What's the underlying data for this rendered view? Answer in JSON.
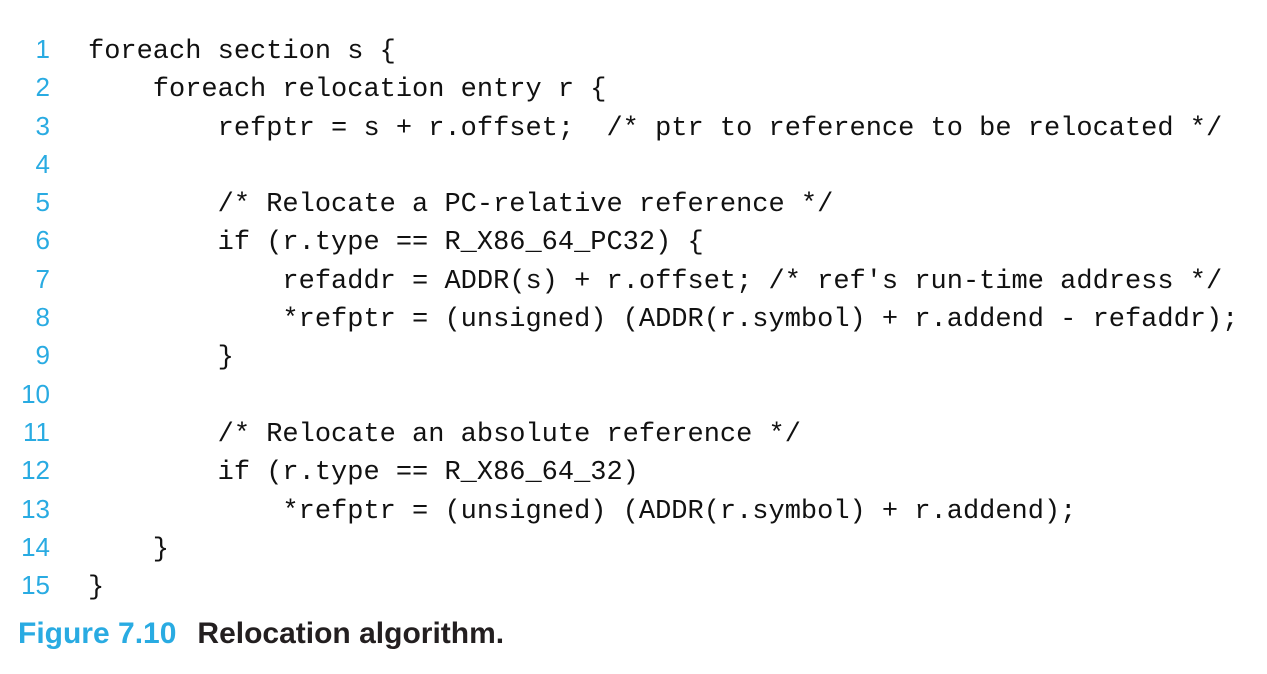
{
  "page": {
    "background_color": "#ffffff",
    "accent_color": "#29abe2",
    "code_color": "#111111",
    "caption_text_color": "#231f20"
  },
  "code_listing": {
    "description": "relocation-algorithm-pseudocode",
    "lines": [
      {
        "number": "1",
        "code": "foreach section s {"
      },
      {
        "number": "2",
        "code": "    foreach relocation entry r {"
      },
      {
        "number": "3",
        "code": "        refptr = s + r.offset;  /* ptr to reference to be relocated */"
      },
      {
        "number": "4",
        "code": ""
      },
      {
        "number": "5",
        "code": "        /* Relocate a PC-relative reference */"
      },
      {
        "number": "6",
        "code": "        if (r.type == R_X86_64_PC32) {"
      },
      {
        "number": "7",
        "code": "            refaddr = ADDR(s) + r.offset; /* ref's run-time address */"
      },
      {
        "number": "8",
        "code": "            *refptr = (unsigned) (ADDR(r.symbol) + r.addend - refaddr);"
      },
      {
        "number": "9",
        "code": "        }"
      },
      {
        "number": "10",
        "code": ""
      },
      {
        "number": "11",
        "code": "        /* Relocate an absolute reference */"
      },
      {
        "number": "12",
        "code": "        if (r.type == R_X86_64_32)"
      },
      {
        "number": "13",
        "code": "            *refptr = (unsigned) (ADDR(r.symbol) + r.addend);"
      },
      {
        "number": "14",
        "code": "    }"
      },
      {
        "number": "15",
        "code": "}"
      }
    ]
  },
  "caption": {
    "label": "Figure 7.10",
    "title": "Relocation algorithm."
  }
}
